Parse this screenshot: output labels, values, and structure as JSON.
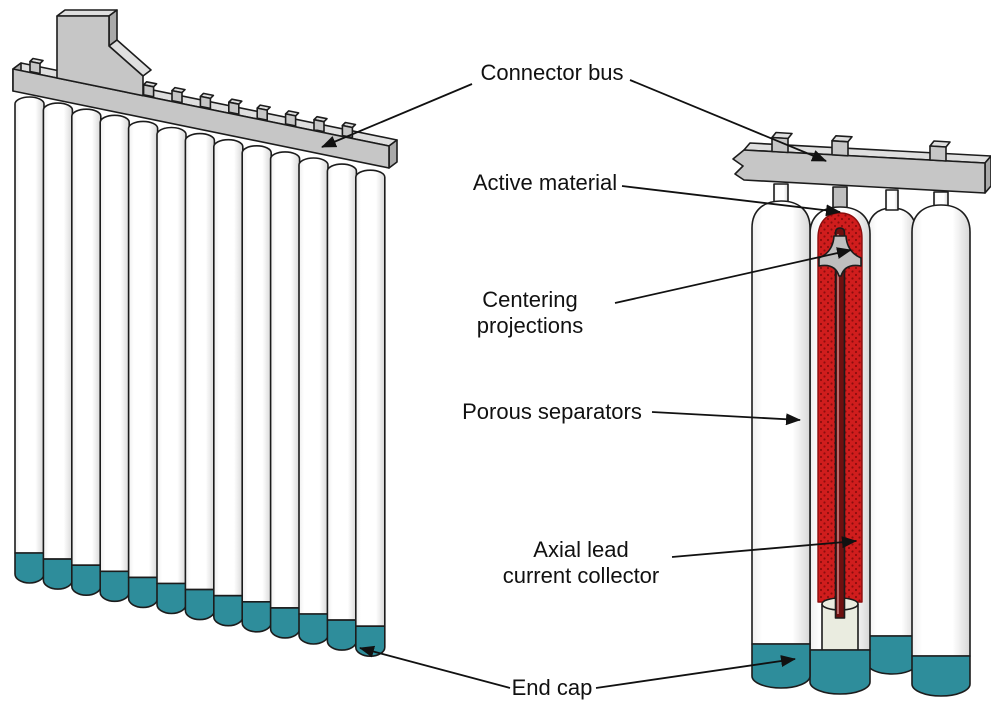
{
  "figure": {
    "labels": {
      "connector_bus": "Connector bus",
      "active_material": "Active material",
      "centering_projections": [
        "Centering",
        "projections"
      ],
      "porous_separators": "Porous separators",
      "axial_lead_current_collector": [
        "Axial lead",
        "current collector"
      ],
      "end_cap": "End cap"
    },
    "colors": {
      "background": "#ffffff",
      "outline": "#1c1c1c",
      "cap_teal": "#2e8d9b",
      "bus_front": "#c6c6c6",
      "bus_top": "#dfdfdf",
      "bus_side": "#a9a9a9",
      "active_red": "#d01d1d",
      "active_red_dark": "#8c0d0d",
      "rod_dark": "#6e1010",
      "rod_highlight": "#c98080",
      "projection_gray": "#bfbfbf",
      "plug_light": "#eaece0"
    },
    "left_assembly": {
      "tube_count": 13
    },
    "right_assembly": {
      "tube_count": 4
    }
  }
}
